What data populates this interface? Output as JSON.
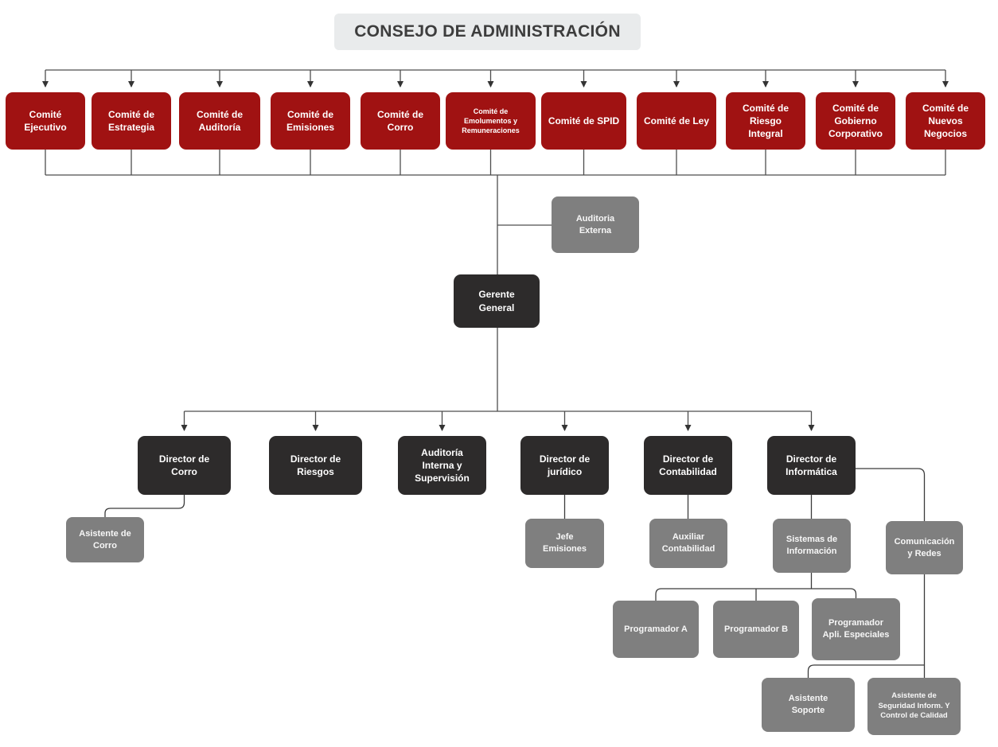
{
  "title": "CONSEJO DE ADMINISTRACIÓN",
  "colors": {
    "committee_red": "#a01212",
    "executive_dark": "#2d2b2b",
    "support_gray": "#7f7f7f",
    "title_bg": "#e9ebec",
    "connector": "#4d4d4d"
  },
  "committees": [
    "Comité Ejecutivo",
    "Comité de Estrategia",
    "Comité de Auditoría",
    "Comité de Emisiones",
    "Comité de Corro",
    "Comité de Emolumentos y Remuneraciones",
    "Comité de SPID",
    "Comité de Ley",
    "Comité de Riesgo Integral",
    "Comité de Gobierno Corporativo",
    "Comité de Nuevos Negocios"
  ],
  "external_audit": "Auditoria Externa",
  "general_manager": "Gerente General",
  "directors": [
    "Director de Corro",
    "Director de Riesgos",
    "Auditoría Interna y Supervisión",
    "Director de jurídico",
    "Director de Contabilidad",
    "Director de Informática"
  ],
  "staff": {
    "asistente_corro": "Asistente de Corro",
    "jefe_emisiones": "Jefe Emisiones",
    "auxiliar_contabilidad": "Auxiliar Contabilidad",
    "sistemas_informacion": "Sistemas de Información",
    "comunicacion_redes": "Comunicación y Redes",
    "programador_a": "Programador A",
    "programador_b": "Programador B",
    "programador_apli": "Programador Apli. Especiales",
    "asistente_soporte": "Asistente Soporte",
    "asistente_seguridad": "Asistente de Seguridad Inform. Y Control de Calidad"
  }
}
